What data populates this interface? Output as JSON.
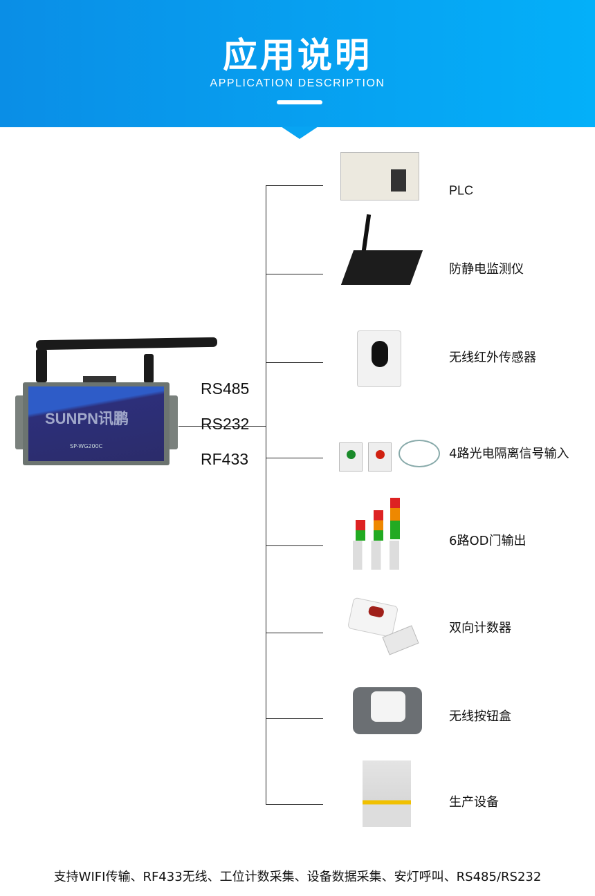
{
  "header": {
    "title": "应用说明",
    "subtitle": "APPLICATION DESCRIPTION",
    "color_start": "#0a8ee6",
    "color_end": "#04b0f9"
  },
  "ports": [
    "RS485",
    "RS232",
    "RF433"
  ],
  "devices": [
    {
      "label": "PLC",
      "icon": "plc-image"
    },
    {
      "label": "防静电监测仪",
      "icon": "antistatic-monitor-image"
    },
    {
      "label": "无线红外传感器",
      "icon": "infrared-sensor-image"
    },
    {
      "label": "4路光电隔离信号输入",
      "icon": "photoelectric-input-image"
    },
    {
      "label": "6路OD门输出",
      "icon": "signal-tower-image"
    },
    {
      "label": "双向计数器",
      "icon": "counter-image"
    },
    {
      "label": "无线按钮盒",
      "icon": "button-box-image"
    },
    {
      "label": "生产设备",
      "icon": "press-machine-image"
    }
  ],
  "gateway": {
    "brand": "SUNPN讯鹏",
    "model": "SP-WG200C"
  },
  "footer": "支持WIFI传输、RF433无线、工位计数采集、设备数据采集、安灯呼叫、RS485/RS232"
}
